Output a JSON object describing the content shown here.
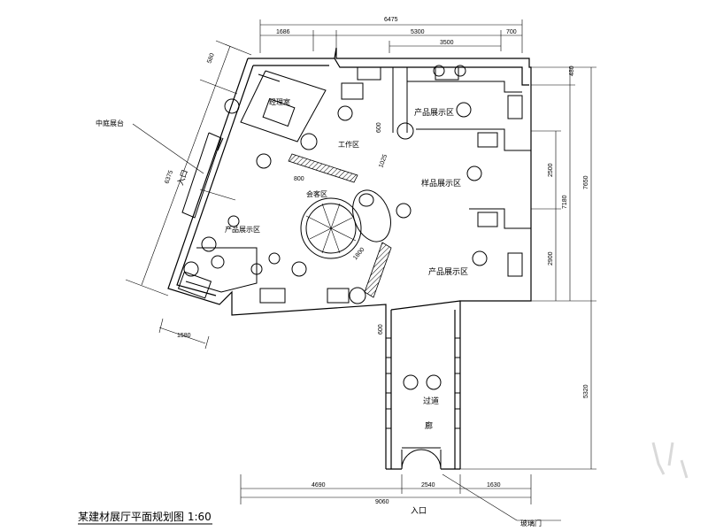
{
  "dimensions": {
    "top_total": "6475",
    "top_left": "1686",
    "top_mid": "5300",
    "top_inner": "3500",
    "top_right": "700",
    "right_480": "480",
    "right_2500": "2500",
    "right_7180": "7180",
    "right_7650": "7650",
    "right_2900": "2900",
    "right_5320": "5320",
    "left_580": "580",
    "left_6375": "6375",
    "bottom_4690": "4690",
    "bottom_9060": "9060",
    "bottom_2540": "2540",
    "bottom_1630": "1630",
    "bottom_left_1580": "1580",
    "inner_600": "600",
    "inner_800": "800",
    "inner_1025": "1025",
    "inner_1800": "1800",
    "corridor_600": "600"
  },
  "rooms": {
    "office": "经理室",
    "work_area": "工作区",
    "reception": "会客区",
    "product_display_upper": "产品展示区",
    "sample_display": "样品展示区",
    "product_display_right": "产品展示区",
    "product_display_left": "产品展示区",
    "corridor": "过道",
    "corridor_2": "廊"
  },
  "labels": {
    "entrance_side": "入口",
    "entrance_bottom": "入口",
    "leader_left": "中庭展台",
    "leader_bottom": "玻璃门"
  },
  "title": "某建材展厅平面规划图 1:60"
}
